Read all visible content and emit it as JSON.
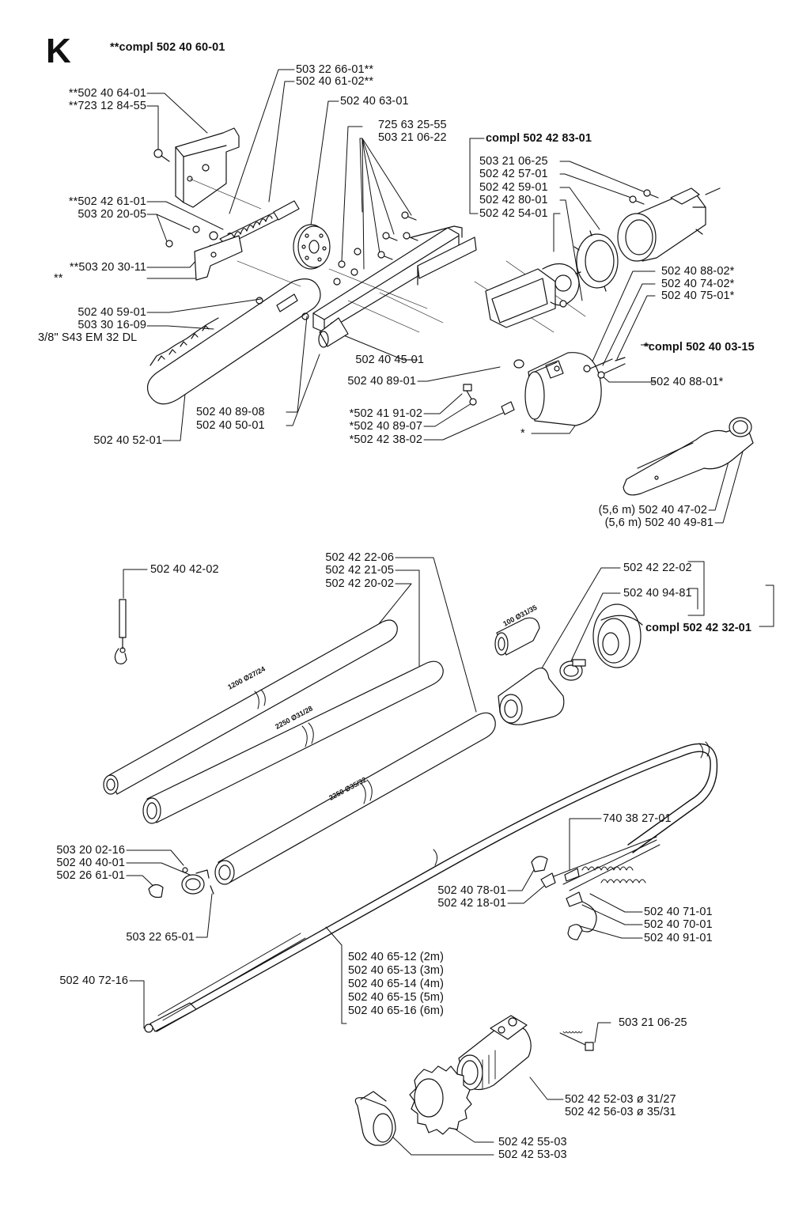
{
  "section_letter": "K",
  "labels": {
    "compl_top": "**compl 502 40 60-01",
    "l1": "503 22 66-01**",
    "l2": "502 40 61-02**",
    "l3": "**502 40 64-01",
    "l4": "**723 12 84-55",
    "l5": "502 40 63-01",
    "l6": "725 63 25-55",
    "l7": "503 21 06-22",
    "compl_mid": "compl 502 42 83-01",
    "l8": "503 21 06-25",
    "l9": "502 42 57-01",
    "l10": "502 42 59-01",
    "l11": "502 42 80-01",
    "l12": "502 42 54-01",
    "l13": "**502 42 61-01",
    "l14": "503 20 20-05",
    "l15": "**503 20 30-11",
    "l16": "**",
    "l17": "502 40 88-02*",
    "l18": "502 40 74-02*",
    "l19": "502 40 75-01*",
    "l20": "502 40 59-01",
    "l21": "503 30 16-09",
    "l22": "3/8\" S43 EM 32 DL",
    "compl_star": "*compl 502 40 03-15",
    "l23": "502 40 45-01",
    "l24": "502 40 89-01",
    "l25": "502 40 88-01*",
    "l26": "*502 41 91-02",
    "l27": "*502 40 89-07",
    "l28": "*502 42 38-02",
    "l29": "502 40 89-08",
    "l30": "502 40 50-01",
    "l31": "502 40 52-01",
    "l32": "*",
    "l33": "(5,6 m) 502 40 47-02",
    "l34": "(5,6 m) 502 40 49-81",
    "l35": "502 42 22-06",
    "l36": "502 42 21-05",
    "l37": "502 42 20-02",
    "l38": "502 40 42-02",
    "l39": "502 42 22-02",
    "l40": "502 40 94-81",
    "compl_low": "compl 502 42 32-01",
    "l41": "740 38 27-01",
    "l42": "503 20 02-16",
    "l43": "502 40 40-01",
    "l44": "502 26 61-01",
    "l45": "502 40 78-01",
    "l46": "502 42 18-01",
    "l47": "502 40 71-01",
    "l48": "502 40 70-01",
    "l49": "502 40 91-01",
    "l50": "503 22 65-01",
    "l51": "502 40 65-12 (2m)",
    "l52": "502 40 65-13 (3m)",
    "l53": "502 40 65-14 (4m)",
    "l54": "502 40 65-15 (5m)",
    "l55": "502 40 65-16 (6m)",
    "l56": "502 40 72-16",
    "l57": "503 21 06-25",
    "l58": "502 42 52-03 ø 31/27",
    "l59": "502 42 56-03 ø 35/31",
    "l60": "502 42 55-03",
    "l61": "502 42 53-03"
  },
  "dimensions": {
    "d1": "100 Ø31/35",
    "d2": "1200 Ø27/24",
    "d3": "2250 Ø31/28",
    "d4": "2250 Ø35/32"
  }
}
